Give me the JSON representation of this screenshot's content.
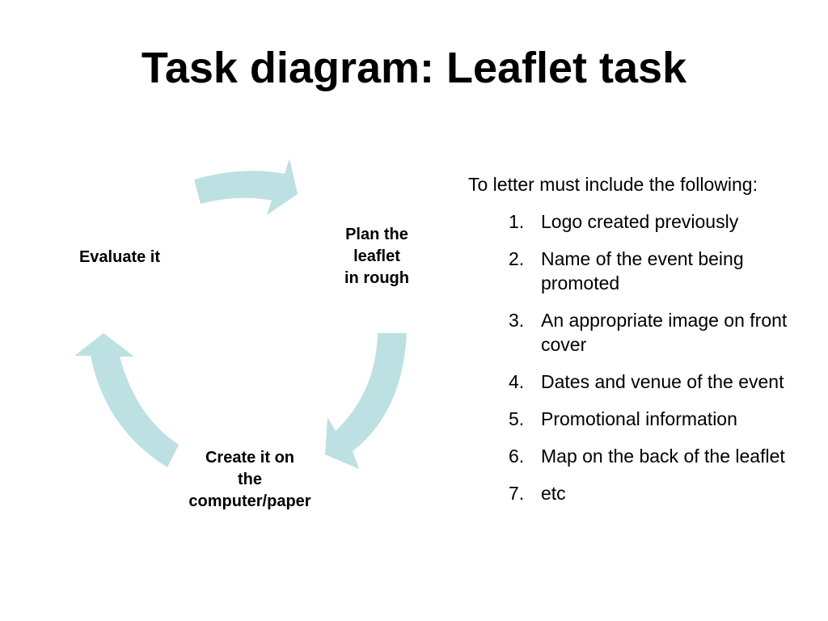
{
  "slide": {
    "title": "Task diagram: Leaflet task"
  },
  "cycle": {
    "arrow_color": "#bde0e3",
    "nodes": [
      {
        "lines": [
          "Plan the",
          "leaflet",
          "in rough"
        ]
      },
      {
        "lines": [
          "Create it on",
          "the",
          "computer/paper"
        ]
      },
      {
        "lines": [
          "Evaluate it"
        ]
      }
    ]
  },
  "requirements": {
    "intro": "To letter must include the following:",
    "items": [
      {
        "num": "1.",
        "text": "Logo created previously"
      },
      {
        "num": "2.",
        "text": "Name of the event being promoted"
      },
      {
        "num": "3.",
        "text": "An appropriate image on front cover"
      },
      {
        "num": "4.",
        "text": "Dates and venue of the event"
      },
      {
        "num": "5.",
        "text": "Promotional information"
      },
      {
        "num": "6.",
        "text": "Map on the back of the leaflet"
      },
      {
        "num": "7.",
        "text": "etc"
      }
    ]
  }
}
